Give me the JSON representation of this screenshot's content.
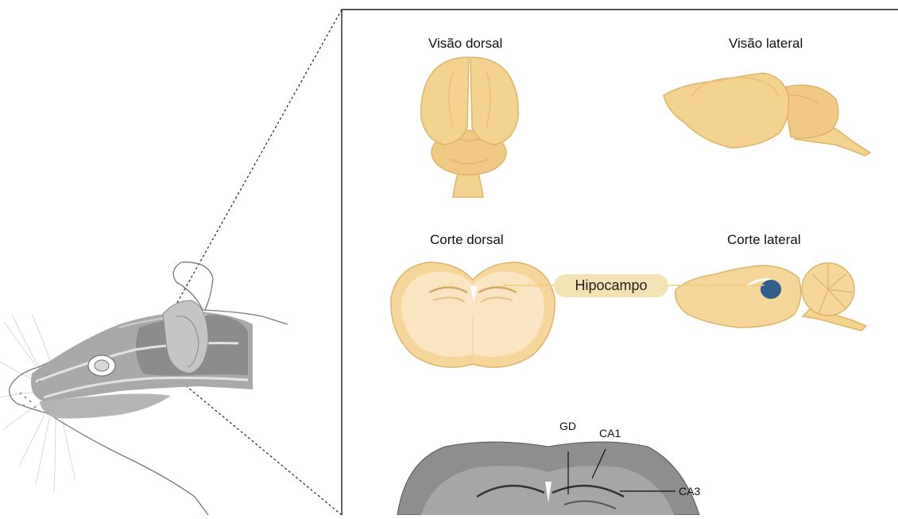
{
  "views": {
    "dorsal_view": "Visão dorsal",
    "lateral_view": "Visão lateral",
    "dorsal_section": "Corte dorsal",
    "lateral_section": "Corte lateral"
  },
  "hippocampus_label": "Hipocampo",
  "regions": {
    "dentate_gyrus": "GD",
    "ca1": "CA1",
    "ca3": "CA3"
  },
  "colors": {
    "brain_fill": "#f4d28f",
    "brain_stroke": "#e0b36a",
    "section_inner": "#fbe4c2",
    "hippocampus_highlight": "#2f5f8a",
    "rat_gray": "#a3a3a3",
    "rat_dark_gray": "#8a8a8a",
    "line": "#222222"
  }
}
